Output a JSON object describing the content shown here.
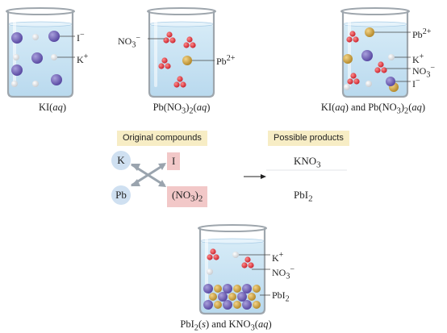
{
  "beakers": [
    {
      "caption_html": "KI(<i>aq</i>)",
      "labels": [
        {
          "html": "I<sup>−</sup>"
        },
        {
          "html": "K<sup>+</sup>"
        }
      ]
    },
    {
      "caption_html": "Pb(NO<sub>3</sub>)<sub>2</sub>(<i>aq</i>)",
      "labels": [
        {
          "html": "NO<sub>3</sub><sup>−</sup>"
        },
        {
          "html": "Pb<sup>2+</sup>"
        }
      ]
    },
    {
      "caption_html": "KI(<i>aq</i>) and Pb(NO<sub>3</sub>)<sub>2</sub>(<i>aq</i>)",
      "labels": [
        {
          "html": "Pb<sup>2+</sup>"
        },
        {
          "html": "K<sup>+</sup>"
        },
        {
          "html": "NO<sub>3</sub><sup>−</sup>"
        },
        {
          "html": "I<sup>−</sup>"
        }
      ]
    },
    {
      "caption_html": "PbI<sub>2</sub>(<i>s</i>) and KNO<sub>3</sub>(<i>aq</i>)",
      "labels": [
        {
          "html": "K<sup>+</sup>"
        },
        {
          "html": "NO<sub>3</sub><sup>−</sup>"
        },
        {
          "html": "PbI<sub>2</sub>"
        }
      ]
    }
  ],
  "headers": {
    "original": "Original compounds",
    "possible": "Possible products"
  },
  "cations": [
    "K",
    "Pb"
  ],
  "anions_html": [
    "I",
    "(NO<sub>3</sub>)<sub>2</sub>"
  ],
  "products_html": [
    "KNO<sub>3</sub>",
    "PbI<sub>2</sub>"
  ],
  "colors": {
    "k_ion": "#c9cdd2",
    "i_ion": "#5a4aa3",
    "pb_ion": "#b58a2c",
    "no3_ion": "#cc2630",
    "water": "#b9d9ee",
    "cation_circle": "#cfe0f1",
    "anion_box": "#f2c8c8",
    "header_bg": "#f7edc5",
    "arrow": "#9aa4ae"
  }
}
